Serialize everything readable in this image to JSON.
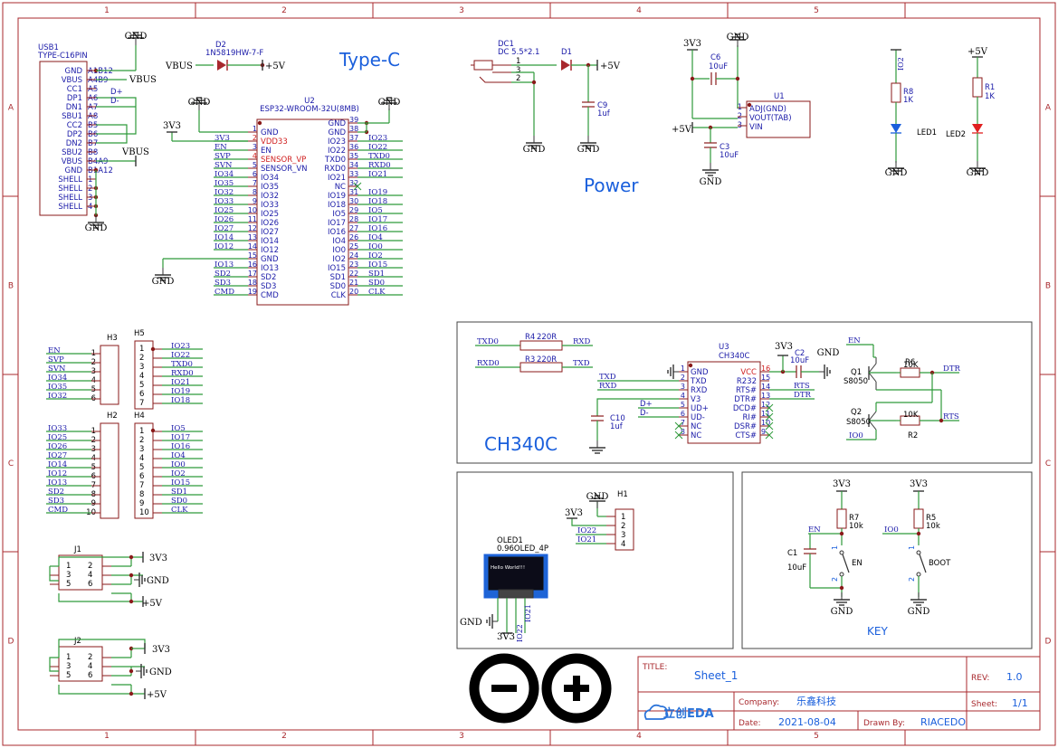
{
  "frame": {
    "col_labels": [
      "1",
      "2",
      "3",
      "4",
      "5"
    ],
    "row_labels": [
      "A",
      "B",
      "C",
      "D"
    ]
  },
  "sections": {
    "type_c": "Type-C",
    "power": "Power",
    "ch340c": "CH340C",
    "key": "KEY"
  },
  "nets": {
    "gnd": "GND",
    "vbus": "VBUS",
    "v5": "+5V",
    "v3v3": "3V3",
    "dplus": "D+",
    "dminus": "D-",
    "txd0": "TXD0",
    "rxd0": "RXD0",
    "txd": "TXD",
    "rxd": "RXD",
    "rts": "RTS",
    "dtr": "DTR",
    "en": "EN",
    "io0": "IO0",
    "io2": "IO2",
    "io21": "IO21",
    "io22": "IO22"
  },
  "usb1": {
    "ref": "USB1",
    "value": "TYPE-C16PIN",
    "pins": [
      {
        "name": "GND",
        "num": "A1B12"
      },
      {
        "name": "VBUS",
        "num": "A4B9"
      },
      {
        "name": "CC1",
        "num": "A5"
      },
      {
        "name": "DP1",
        "num": "A6"
      },
      {
        "name": "DN1",
        "num": "A7"
      },
      {
        "name": "SBU1",
        "num": "A8"
      },
      {
        "name": "CC2",
        "num": "B5"
      },
      {
        "name": "DP2",
        "num": "B6"
      },
      {
        "name": "DN2",
        "num": "B7"
      },
      {
        "name": "SBU2",
        "num": "B8"
      },
      {
        "name": "VBUS",
        "num": "B4A9"
      },
      {
        "name": "GND",
        "num": "B1A12"
      },
      {
        "name": "SHELL",
        "num": "1"
      },
      {
        "name": "SHELL",
        "num": "2"
      },
      {
        "name": "SHELL",
        "num": "3"
      },
      {
        "name": "SHELL",
        "num": "4"
      }
    ]
  },
  "d2": {
    "ref": "D2",
    "value": "1N5819HW-7-F"
  },
  "u2": {
    "ref": "U2",
    "value": "ESP32-WROOM-32U(8MB)",
    "left_pins": [
      {
        "name": "GND",
        "num": "1",
        "net": ""
      },
      {
        "name": "VDD33",
        "num": "2",
        "net": "3V3"
      },
      {
        "name": "EN",
        "num": "3",
        "net": "EN"
      },
      {
        "name": "SENSOR_VP",
        "num": "4",
        "net": "SVP"
      },
      {
        "name": "SENSOR_VN",
        "num": "5",
        "net": "SVN"
      },
      {
        "name": "IO34",
        "num": "6",
        "net": "IO34"
      },
      {
        "name": "IO35",
        "num": "7",
        "net": "IO35"
      },
      {
        "name": "IO32",
        "num": "8",
        "net": "IO32"
      },
      {
        "name": "IO33",
        "num": "9",
        "net": "IO33"
      },
      {
        "name": "IO25",
        "num": "10",
        "net": "IO25"
      },
      {
        "name": "IO26",
        "num": "11",
        "net": "IO26"
      },
      {
        "name": "IO27",
        "num": "12",
        "net": "IO27"
      },
      {
        "name": "IO14",
        "num": "13",
        "net": "IO14"
      },
      {
        "name": "IO12",
        "num": "14",
        "net": "IO12"
      },
      {
        "name": "GND",
        "num": "15",
        "net": ""
      },
      {
        "name": "IO13",
        "num": "16",
        "net": "IO13"
      },
      {
        "name": "SD2",
        "num": "17",
        "net": "SD2"
      },
      {
        "name": "SD3",
        "num": "18",
        "net": "SD3"
      },
      {
        "name": "CMD",
        "num": "19",
        "net": "CMD"
      }
    ],
    "right_pins": [
      {
        "name": "GND",
        "num": "39",
        "net": ""
      },
      {
        "name": "GND",
        "num": "38",
        "net": ""
      },
      {
        "name": "IO23",
        "num": "37",
        "net": "IO23"
      },
      {
        "name": "IO22",
        "num": "36",
        "net": "IO22"
      },
      {
        "name": "TXD0",
        "num": "35",
        "net": "TXD0"
      },
      {
        "name": "RXD0",
        "num": "34",
        "net": "RXD0"
      },
      {
        "name": "IO21",
        "num": "33",
        "net": "IO21"
      },
      {
        "name": "NC",
        "num": "32",
        "net": ""
      },
      {
        "name": "IO19",
        "num": "31",
        "net": "IO19"
      },
      {
        "name": "IO18",
        "num": "30",
        "net": "IO18"
      },
      {
        "name": "IO5",
        "num": "29",
        "net": "IO5"
      },
      {
        "name": "IO17",
        "num": "28",
        "net": "IO17"
      },
      {
        "name": "IO16",
        "num": "27",
        "net": "IO16"
      },
      {
        "name": "IO4",
        "num": "26",
        "net": "IO4"
      },
      {
        "name": "IO0",
        "num": "25",
        "net": "IO0"
      },
      {
        "name": "IO2",
        "num": "24",
        "net": "IO2"
      },
      {
        "name": "IO15",
        "num": "23",
        "net": "IO15"
      },
      {
        "name": "SD1",
        "num": "22",
        "net": "SD1"
      },
      {
        "name": "SD0",
        "num": "21",
        "net": "SD0"
      },
      {
        "name": "CLK",
        "num": "20",
        "net": "CLK"
      }
    ]
  },
  "dc1": {
    "ref": "DC1",
    "value": "DC 5.5*2.1",
    "pins": [
      "1",
      "3",
      "2"
    ]
  },
  "d1": {
    "ref": "D1"
  },
  "c9": {
    "ref": "C9",
    "value": "1uf"
  },
  "c6": {
    "ref": "C6",
    "value": "10uF"
  },
  "c3": {
    "ref": "C3",
    "value": "10uF"
  },
  "u1": {
    "ref": "U1",
    "pins": [
      {
        "num": "1",
        "name": "ADJ(GND)"
      },
      {
        "num": "2",
        "name": "VOUT(TAB)"
      },
      {
        "num": "3",
        "name": "VIN"
      }
    ]
  },
  "r8": {
    "ref": "R8",
    "value": "1K"
  },
  "r1": {
    "ref": "R1",
    "value": "1K"
  },
  "led1": {
    "ref": "LED1"
  },
  "led2": {
    "ref": "LED2"
  },
  "h3": {
    "ref": "H3",
    "nums": [
      "1",
      "2",
      "3",
      "4",
      "5",
      "6"
    ],
    "nets": [
      "EN",
      "SVP",
      "SVN",
      "IO34",
      "IO35",
      "IO32"
    ]
  },
  "h5": {
    "ref": "H5",
    "nums": [
      "1",
      "2",
      "3",
      "4",
      "5",
      "6",
      "7"
    ],
    "nets": [
      "IO23",
      "IO22",
      "TXD0",
      "RXD0",
      "IO21",
      "IO19",
      "IO18"
    ]
  },
  "h2": {
    "ref": "H2",
    "nums": [
      "1",
      "2",
      "3",
      "4",
      "5",
      "6",
      "7",
      "8",
      "9",
      "10"
    ],
    "nets": [
      "IO33",
      "IO25",
      "IO26",
      "IO27",
      "IO14",
      "IO12",
      "IO13",
      "SD2",
      "SD3",
      "CMD"
    ]
  },
  "h4": {
    "ref": "H4",
    "nums": [
      "1",
      "2",
      "3",
      "4",
      "5",
      "6",
      "7",
      "8",
      "9",
      "10"
    ],
    "nets": [
      "IO5",
      "IO17",
      "IO16",
      "IO4",
      "IO0",
      "IO2",
      "IO15",
      "SD1",
      "SD0",
      "CLK"
    ]
  },
  "j1": {
    "ref": "J1",
    "nums": [
      "1",
      "2",
      "3",
      "4",
      "5",
      "6"
    ]
  },
  "j2": {
    "ref": "J2",
    "nums": [
      "1",
      "2",
      "3",
      "4",
      "5",
      "6"
    ]
  },
  "r4": {
    "ref": "R4",
    "value": "220R"
  },
  "r3": {
    "ref": "R3",
    "value": "220R"
  },
  "u3": {
    "ref": "U3",
    "value": "CH340C",
    "left_pins": [
      {
        "num": "1",
        "name": "GND"
      },
      {
        "num": "2",
        "name": "TXD"
      },
      {
        "num": "3",
        "name": "RXD"
      },
      {
        "num": "4",
        "name": "V3"
      },
      {
        "num": "5",
        "name": "UD+"
      },
      {
        "num": "6",
        "name": "UD-"
      },
      {
        "num": "7",
        "name": "NC"
      },
      {
        "num": "8",
        "name": "NC"
      }
    ],
    "right_pins": [
      {
        "num": "16",
        "name": "VCC"
      },
      {
        "num": "15",
        "name": "R232"
      },
      {
        "num": "14",
        "name": "RTS#"
      },
      {
        "num": "13",
        "name": "DTR#"
      },
      {
        "num": "12",
        "name": "DCD#"
      },
      {
        "num": "11",
        "name": "RI#"
      },
      {
        "num": "10",
        "name": "DSR#"
      },
      {
        "num": "9",
        "name": "CTS#"
      }
    ]
  },
  "c2": {
    "ref": "C2",
    "value": "10uF"
  },
  "c10": {
    "ref": "C10",
    "value": "1uf"
  },
  "q1": {
    "ref": "Q1",
    "value": "S8050"
  },
  "q2": {
    "ref": "Q2",
    "value": "S8050"
  },
  "r6": {
    "ref": "R6",
    "value": "10K"
  },
  "r2": {
    "ref": "R2",
    "value": "10K"
  },
  "h1": {
    "ref": "H1",
    "nums": [
      "1",
      "2",
      "3",
      "4"
    ]
  },
  "oled1": {
    "ref": "OLED1",
    "value": "0.96OLED_4P",
    "screen_text": "Hello World!!!"
  },
  "r7": {
    "ref": "R7",
    "value": "10k"
  },
  "r5": {
    "ref": "R5",
    "value": "10k"
  },
  "c1": {
    "ref": "C1",
    "value": "10uF"
  },
  "sw_en": {
    "label": "EN",
    "pin1": "1",
    "pin2": "2"
  },
  "sw_boot": {
    "label": "BOOT",
    "pin1": "1",
    "pin2": "2"
  },
  "title_block": {
    "title_label": "TITLE:",
    "title": "Sheet_1",
    "rev_label": "REV:",
    "rev": "1.0",
    "company_label": "Company:",
    "company": "乐鑫科技",
    "sheet_label": "Sheet:",
    "sheet": "1/1",
    "date_label": "Date:",
    "date": "2021-08-04",
    "drawn_label": "Drawn By:",
    "drawn": "RIACEDO",
    "logo_text": "立创EDA"
  },
  "colors": {
    "frame": "#a8282d",
    "wire": "#2e9a3a",
    "text": "#1a1aa8",
    "pin": "#8a1a1a",
    "blue": "#1a5fdc",
    "black": "#000000"
  }
}
